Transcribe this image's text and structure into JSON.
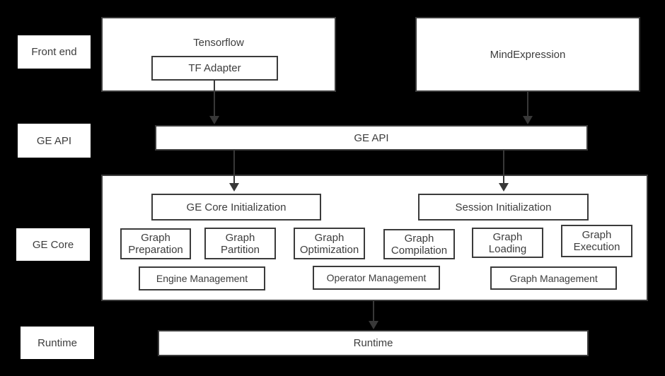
{
  "colors": {
    "background": "#000000",
    "box_fill": "#ffffff",
    "stroke": "#3b3b3b",
    "text": "#3d3d3d"
  },
  "side_labels": {
    "front_end": "Front end",
    "ge_api": "GE API",
    "ge_core": "GE Core",
    "runtime": "Runtime"
  },
  "front_end_layer": {
    "tensorflow": {
      "title": "Tensorflow",
      "adapter": "TF Adapter"
    },
    "mind_expression": {
      "title": "MindExpression"
    }
  },
  "ge_api_layer": {
    "bar": "GE API"
  },
  "ge_core_layer": {
    "init": [
      "GE Core Initialization",
      "Session Initialization"
    ],
    "pipeline": [
      "Graph Preparation",
      "Graph Partition",
      "Graph Optimization",
      "Graph Compilation",
      "Graph Loading",
      "Graph Execution"
    ],
    "management": [
      "Engine Management",
      "Operator Management",
      "Graph Management"
    ]
  },
  "runtime_layer": {
    "bar": "Runtime"
  }
}
